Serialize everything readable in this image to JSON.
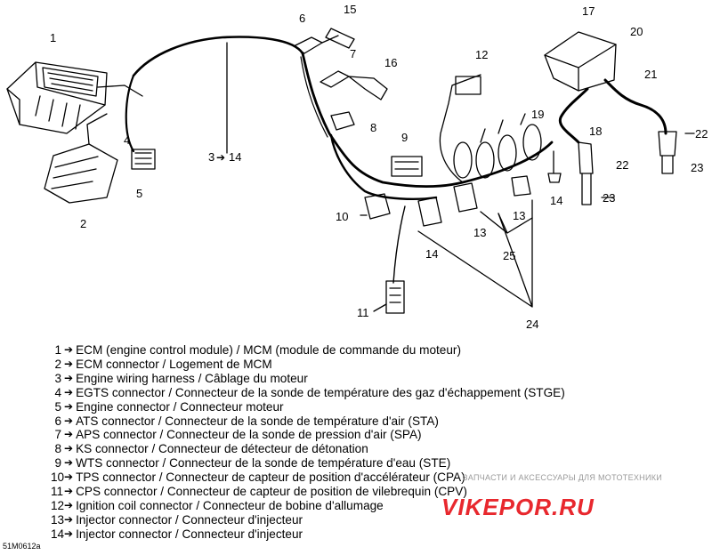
{
  "callouts": [
    "1",
    "2",
    "3",
    "14",
    "4",
    "5",
    "6",
    "15",
    "7",
    "16",
    "8",
    "9",
    "10",
    "14",
    "11",
    "12",
    "17",
    "20",
    "21",
    "19",
    "18",
    "22",
    "22",
    "23",
    "23",
    "14",
    "13",
    "13",
    "25",
    "24"
  ],
  "legend": [
    {
      "num": "1",
      "text": "ECM (engine control module) / MCM (module de commande du moteur)"
    },
    {
      "num": "2",
      "text": "ECM connector / Logement de MCM"
    },
    {
      "num": "3",
      "text": "Engine wiring harness / Câblage du moteur"
    },
    {
      "num": "4",
      "text": "EGTS connector / Connecteur de la sonde de température des gaz d'échappement (STGE)"
    },
    {
      "num": "5",
      "text": "Engine connector / Connecteur moteur"
    },
    {
      "num": "6",
      "text": "ATS connector / Connecteur de la sonde de température d'air (STA)"
    },
    {
      "num": "7",
      "text": "APS connector / Connecteur de la sonde de pression d'air (SPA)"
    },
    {
      "num": "8",
      "text": "KS connector / Connecteur de détecteur de détonation"
    },
    {
      "num": "9",
      "text": "WTS connector / Connecteur de la sonde de température d'eau (STE)"
    },
    {
      "num": "10",
      "text": "TPS connector / Connecteur de capteur de position d'accélérateur (CPA)"
    },
    {
      "num": "11",
      "text": "CPS connector / Connecteur  de capteur de position de vilebrequin (CPV)"
    },
    {
      "num": "12",
      "text": "Ignition coil connector / Connecteur de bobine d'allumage"
    },
    {
      "num": "13",
      "text": "Injector connector / Connecteur d'injecteur"
    },
    {
      "num": "14",
      "text": "Injector connector / Connecteur d'injecteur"
    }
  ],
  "icons": {
    "arrow": "arrow-right-icon"
  },
  "code": "51M0612a",
  "watermark": {
    "text": "ЗАПЧАСТИ И АКСЕССУАРЫ ДЛЯ МОТОТЕХНИКИ",
    "logo": "VIKEPOR.RU"
  }
}
